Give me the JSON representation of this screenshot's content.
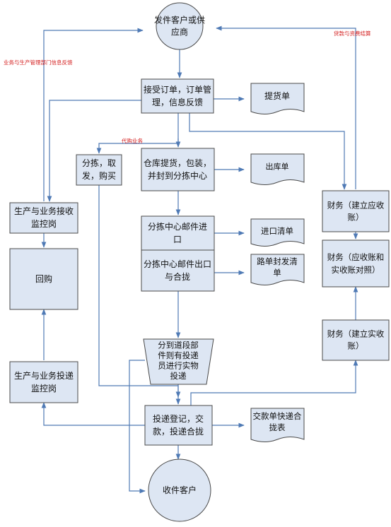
{
  "nodes": {
    "supplier": {
      "lines": [
        "发件客户或供",
        "应商"
      ]
    },
    "order": {
      "lines": [
        "接受订单，订单管",
        "理，信息反馈"
      ]
    },
    "pickup_doc": {
      "lines": [
        "提货单"
      ]
    },
    "buy": {
      "lines": [
        "分拣，取",
        "发，购买"
      ]
    },
    "warehouse": {
      "lines": [
        "仓库提货，包装，",
        "并封到分拣中心"
      ]
    },
    "outbound_doc": {
      "lines": [
        "出库单"
      ]
    },
    "finance_ar": {
      "lines": [
        "财务（建立应收",
        "账）"
      ]
    },
    "monitor_recv": {
      "lines": [
        "生产与业务接收",
        "监控岗"
      ]
    },
    "sort_in": {
      "lines": [
        "分拣中心邮件进",
        "口"
      ]
    },
    "import_list": {
      "lines": [
        "进口清单"
      ]
    },
    "reconcile": {
      "lines": [
        "财务（应收账和",
        "实收账对照）"
      ]
    },
    "repurchase": {
      "lines": [
        "回购"
      ]
    },
    "sort_out": {
      "lines": [
        "分拣中心邮件出口",
        "与合拢"
      ]
    },
    "route_doc": {
      "lines": [
        "路单封发清",
        "单"
      ]
    },
    "finance_actual": {
      "lines": [
        "财务（建立实收",
        "账）"
      ]
    },
    "dispatch": {
      "lines": [
        "分到道段部",
        "件则有投递",
        "员进行实物",
        "投递"
      ]
    },
    "monitor_deliv": {
      "lines": [
        "生产与业务投递",
        "监控岗"
      ]
    },
    "delivery_reg": {
      "lines": [
        "投递登记，交",
        "款，投递合拢"
      ]
    },
    "payment_doc": {
      "lines": [
        "交款单快递合",
        "拢表"
      ]
    },
    "recipient": {
      "lines": [
        "收件客户"
      ]
    }
  },
  "labels": {
    "feedback": "业务与生产管理部门信息反馈",
    "settlement": "贷款与资费结算",
    "proxy": "代购业务"
  },
  "colors": {
    "box_fill": "#dde6f3",
    "box_stroke": "#4a4a4a",
    "arrow": "#4f7ab5",
    "label_red": "#d42020"
  }
}
